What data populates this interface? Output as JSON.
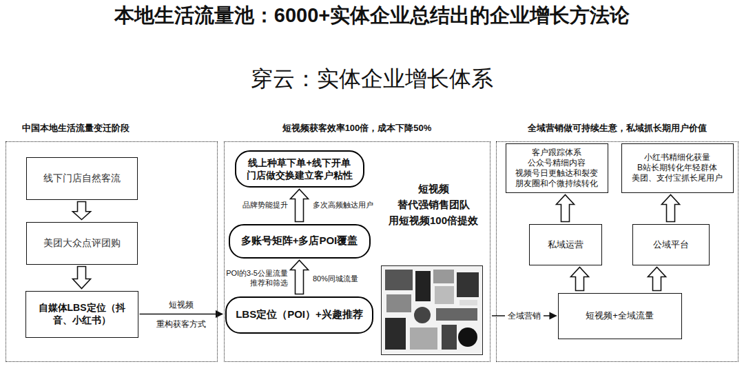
{
  "diagram": {
    "title": "本地生活流量池：6000+实体企业总结出的企业增长方法论",
    "nodes": [
      {
        "text": [
          "中国本地生活流量变迁阶段"
        ]
      },
      {
        "text": [
          "线下门店自然客流"
        ],
        "in": 0
      },
      {
        "text": [
          "美团大众点评团购"
        ],
        "in": 0
      },
      {
        "text": [
          "自媒体LBS定位（抖音、小红书）"
        ],
        "in": 0
      },
      {
        "text": [
          "短视频获客效率100倍，成本下降50%"
        ]
      },
      {
        "text": [
          "线上种草下单+线下开单 门店做交换建立客户粘性"
        ],
        "in": 4
      },
      {
        "text": [
          "多账号矩阵+多店POI覆盖"
        ],
        "in": 4
      },
      {
        "text": [
          "LBS定位（POI）+兴趣推荐"
        ],
        "in": 4
      },
      {
        "text": [
          "全域营销做可持续生意，私域抓长期用户价值"
        ]
      },
      {
        "text": [
          "客户跟踪体系 公众号精细内容 视频号日更触达和裂变 朋友圈和个微持续转化"
        ],
        "in": 8
      },
      {
        "text": [
          "小红书精细化获量 B站长期转化年轻群体 美团、支付宝抓长尾用户"
        ],
        "in": 8
      },
      {
        "text": [
          "私域运营"
        ],
        "in": 8
      },
      {
        "text": [
          "公域平台"
        ],
        "in": 8
      },
      {
        "text": [
          "短视频+全域流量"
        ],
        "in": 8
      }
    ],
    "edges": [
      {
        "from": 1,
        "to": 2,
        "arrow": "to"
      },
      {
        "from": 2,
        "to": 3,
        "arrow": "to"
      },
      {
        "from": 3,
        "to": 4,
        "label": "短视频 重构获客方式",
        "arrow": "to"
      },
      {
        "from": 7,
        "to": 6,
        "arrow": "to"
      },
      {
        "from": 6,
        "to": 5,
        "arrow": "to"
      },
      {
        "from": 4,
        "to": 13,
        "label": "全域营销",
        "arrow": "to"
      },
      {
        "from": 13,
        "to": 11,
        "arrow": "to"
      },
      {
        "from": 13,
        "to": 12,
        "arrow": "to"
      },
      {
        "from": 11,
        "to": 9,
        "arrow": "to"
      },
      {
        "from": 12,
        "to": 10,
        "arrow": "to"
      }
    ],
    "labels": [
      "穿云：实体企业增长体系",
      "POI的3-5公里流量 推荐和筛选",
      "80%同城流量",
      "品牌势能提升",
      "多次高频触达用户",
      "短视频 替代强销售团队 用短视频100倍提效"
    ]
  }
}
